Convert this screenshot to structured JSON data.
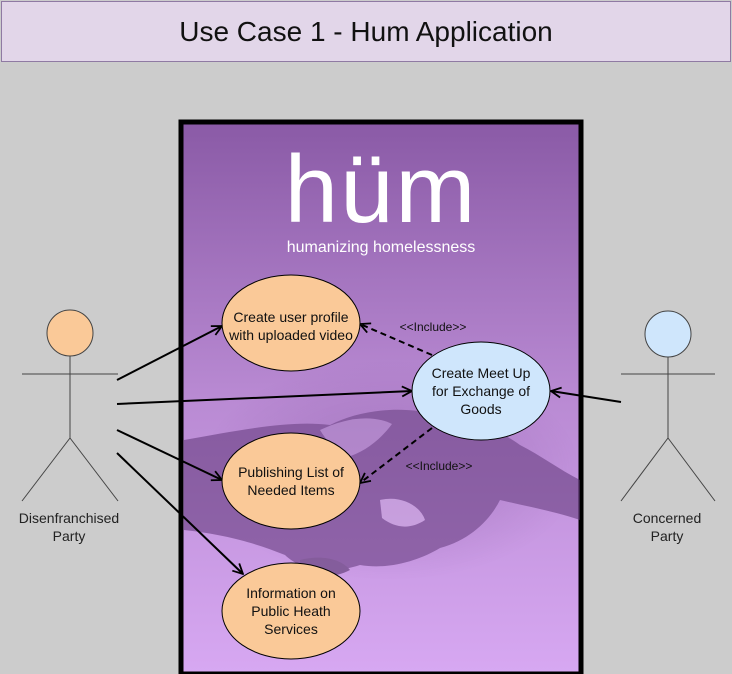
{
  "title": "Use Case 1 - Hum Application",
  "logo": {
    "wordmark": "hüm",
    "tagline": "humanizing homelessness"
  },
  "actors": {
    "left": {
      "label_line1": "Disenfranchised",
      "label_line2": "Party",
      "color": "#fac998"
    },
    "right": {
      "label_line1": "Concerned",
      "label_line2": "Party",
      "color": "#cfe6fc"
    }
  },
  "use_cases": [
    {
      "id": "create-profile",
      "lines": [
        "Create user profile",
        "with uploaded video"
      ],
      "color": "#fac998"
    },
    {
      "id": "create-meetup",
      "lines": [
        "Create Meet Up",
        "for Exchange of",
        "Goods"
      ],
      "color": "#cfe6fc"
    },
    {
      "id": "publish-list",
      "lines": [
        "Publishing List of",
        "Needed Items"
      ],
      "color": "#fac998"
    },
    {
      "id": "health-info",
      "lines": [
        "Information on",
        "Public Heath",
        "Services"
      ],
      "color": "#fac998"
    }
  ],
  "relations": {
    "include_1": "<<Include>>",
    "include_2": "<<Include>>"
  },
  "colors": {
    "background": "#cccccc",
    "title_bg": "#e2d6e9",
    "system_top": "#8a5aa6",
    "system_bottom": "#d3a5f0"
  }
}
